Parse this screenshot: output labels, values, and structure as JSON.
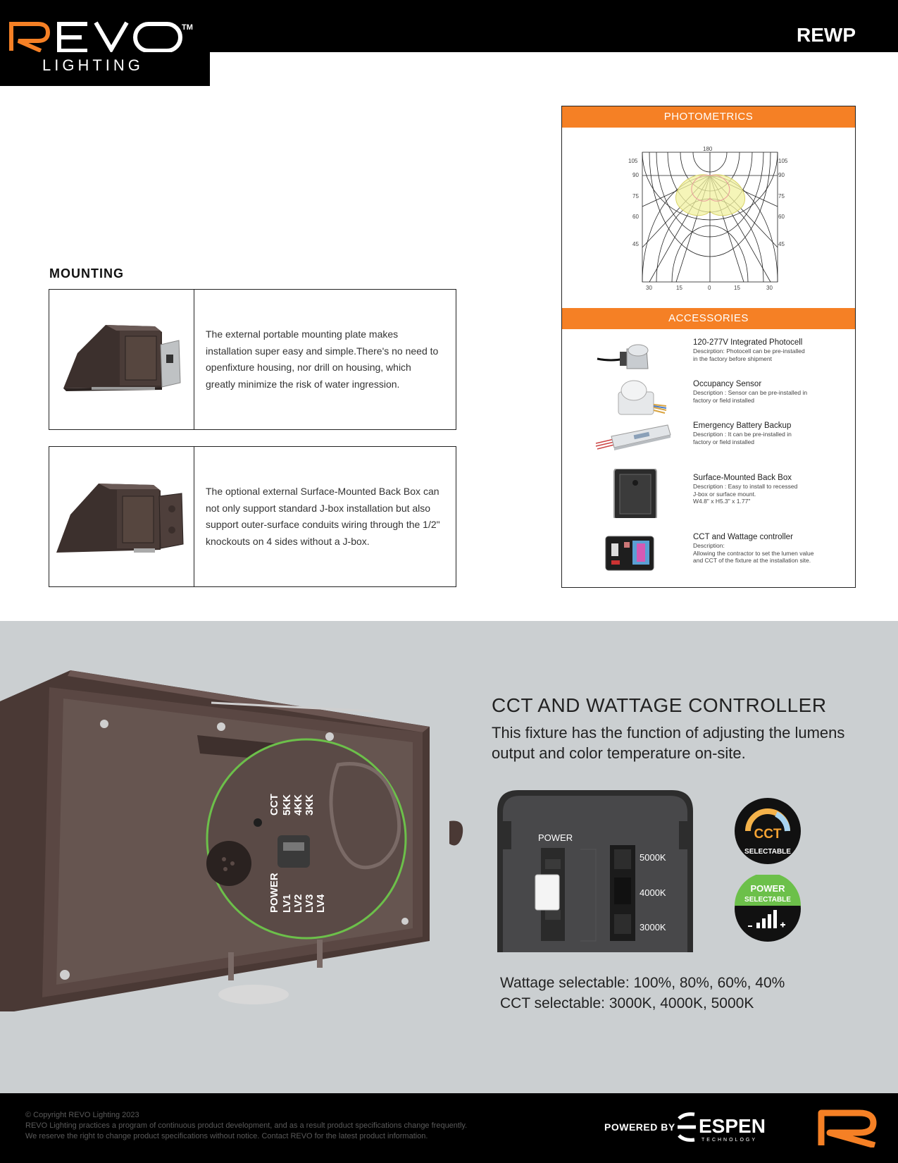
{
  "header": {
    "brand": "REVO",
    "trademark": "TM",
    "brand_sub": "LIGHTING",
    "model": "REWP"
  },
  "mounting": {
    "title": "MOUNTING",
    "items": [
      {
        "text": "The external portable mounting plate makes installation super easy and simple.There's no need to openfixture housing, nor drill on housing, which greatly minimize the risk of water ingression."
      },
      {
        "text": "The optional external Surface-Mounted Back Box can not only support standard J-box installation but also support outer-surface conduits wiring through the 1/2\" knockouts on 4 sides without a J-box."
      }
    ]
  },
  "photometrics": {
    "title": "PHOTOMETRICS",
    "top_label": "180",
    "left_labels": [
      "105",
      "90",
      "75",
      "60",
      "45"
    ],
    "right_labels": [
      "105",
      "90",
      "75",
      "60",
      "45"
    ],
    "bottom_labels": [
      "30",
      "15",
      "0",
      "15",
      "30"
    ]
  },
  "accessories": {
    "title": "ACCESSORIES",
    "items": [
      {
        "title": "120-277V Integrated Photocell",
        "desc": "Descirption: Photocell can be pre-installed\n                 in the factory before shipment",
        "icon": "photocell-icon"
      },
      {
        "title": "Occupancy Sensor",
        "desc": "Description :  Sensor can be pre-installed in\n                   factory or field installed",
        "icon": "occupancy-sensor-icon"
      },
      {
        "title": "Emergency Battery Backup",
        "desc": "Description :  It can be pre-installed in\n                   factory or field installed",
        "icon": "battery-backup-icon"
      },
      {
        "title": "Surface-Mounted Back Box",
        "desc": "Description :  Easy to install to recessed\n                    J-box or surface mount.\nW4.8\" x H5.3\" x 1.77\"",
        "icon": "back-box-icon"
      },
      {
        "title": "CCT and Wattage controller",
        "desc": "Description:\nAllowing the contractor to set the lumen value\nand CCT of the fixture at the installation site.",
        "icon": "controller-icon"
      }
    ]
  },
  "controller_section": {
    "title": "CCT AND WATTAGE CONTROLLER",
    "desc": "This fixture has the function of adjusting the lumens output and color temperature on-site.",
    "fixture_labels": {
      "cct": "CCT",
      "k5": "5KK",
      "k4": "4KK",
      "k3": "3KK",
      "power": "POWER",
      "lv1": "LV1",
      "lv2": "LV2",
      "lv3": "LV3",
      "lv4": "LV4"
    },
    "switch_labels": {
      "power": "POWER",
      "k5000": "5000K",
      "k4000": "4000K",
      "k3000": "3000K"
    },
    "badge_cct": {
      "top": "CCT",
      "bottom": "SELECTABLE"
    },
    "badge_power": {
      "top": "POWER",
      "bottom": "SELECTABLE"
    },
    "wattage_line": "Wattage selectable: 100%, 80%, 60%, 40%",
    "cct_line": "CCT selectable: 3000K, 4000K, 5000K"
  },
  "footer": {
    "copyright": "© Copyright REVO Lighting 2023",
    "line2": "REVO Lighting practices a program of continuous product development, and as a result product specifications change frequently.",
    "line3": "We reserve the right to change product specifications without notice. Contact REVO for the latest product information.",
    "powered_by": "POWERED BY",
    "espen": "ESPEN",
    "espen_sub": "TECHNOLOGY"
  },
  "colors": {
    "accent": "#f58025",
    "green": "#6cc04a",
    "black": "#000000",
    "grey_bg": "#cbcfd1",
    "fixture_bronze": "#5b4a46"
  }
}
